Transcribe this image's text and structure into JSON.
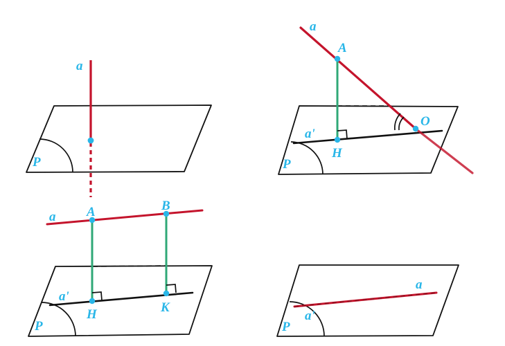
{
  "figure": {
    "title_visible": false,
    "description": "Four geometric panels illustrating a line a and its projection a' relative to a plane P",
    "colors": {
      "line_a": "#c4142c",
      "projection_segment": "#2fa877",
      "label": "#29b6e8",
      "point_marker": "#29b6e8",
      "plane_outline": "#111111",
      "background": "#ffffff"
    },
    "panels": [
      {
        "id": "panel-perpendicular",
        "position": "top-left",
        "plane_label": "P",
        "line_label": "a",
        "labels": [
          "a",
          "P"
        ],
        "has_point_marker": true,
        "has_dashed_hidden_part": true,
        "description": "Line a perpendicular to plane P, piercing it at a single point"
      },
      {
        "id": "panel-oblique",
        "position": "top-right",
        "plane_label": "P",
        "line_label": "a",
        "projection_label": "a'",
        "labels": [
          "a",
          "A",
          "H",
          "O",
          "a'",
          "P"
        ],
        "point_labels": [
          "A",
          "H",
          "O"
        ],
        "has_right_angle_mark": true,
        "has_angle_arc": true,
        "has_dashed_hidden_part": true,
        "description": "Oblique line a meeting plane P at O, with foot of perpendicular H and projection a'"
      },
      {
        "id": "panel-parallel",
        "position": "bottom-left",
        "plane_label": "P",
        "line_label": "a",
        "projection_label": "a'",
        "labels": [
          "a",
          "A",
          "B",
          "H",
          "K",
          "a'",
          "P"
        ],
        "point_labels": [
          "A",
          "B",
          "H",
          "K"
        ],
        "has_right_angle_mark": true,
        "has_dashed_hidden_part": true,
        "description": "Line a parallel to plane P with perpendiculars AH and BK onto projection a'"
      },
      {
        "id": "panel-contained",
        "position": "bottom-right",
        "plane_label": "P",
        "line_label": "a",
        "projection_label": "a'",
        "labels": [
          "a",
          "a'",
          "P"
        ],
        "description": "Line a lying inside plane P, coinciding with its projection a'"
      }
    ]
  }
}
